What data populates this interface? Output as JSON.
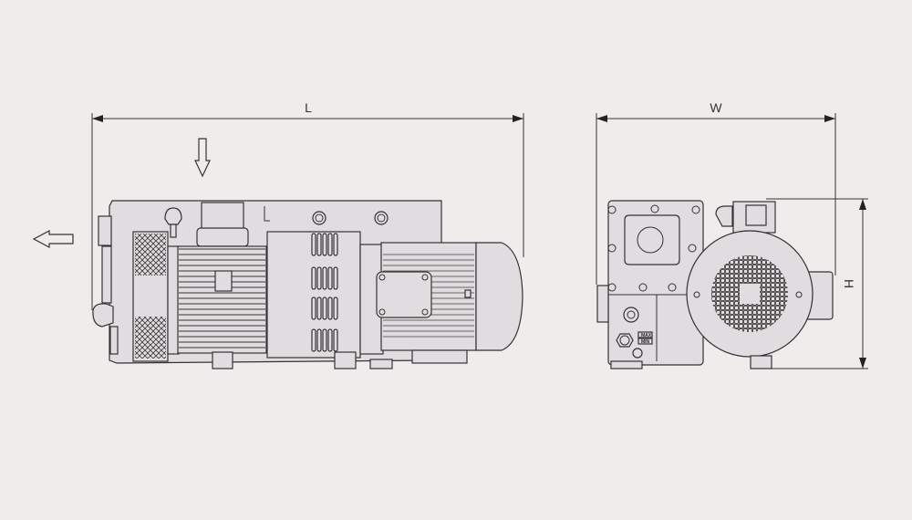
{
  "dimensions": {
    "length_label": "L",
    "width_label": "W",
    "height_label": "H"
  },
  "oil_level": {
    "max_label": "MAX",
    "min_label": "MIN"
  },
  "colors": {
    "background": "#efeceb",
    "body_fill": "#e0dcdf",
    "line": "#333333"
  }
}
